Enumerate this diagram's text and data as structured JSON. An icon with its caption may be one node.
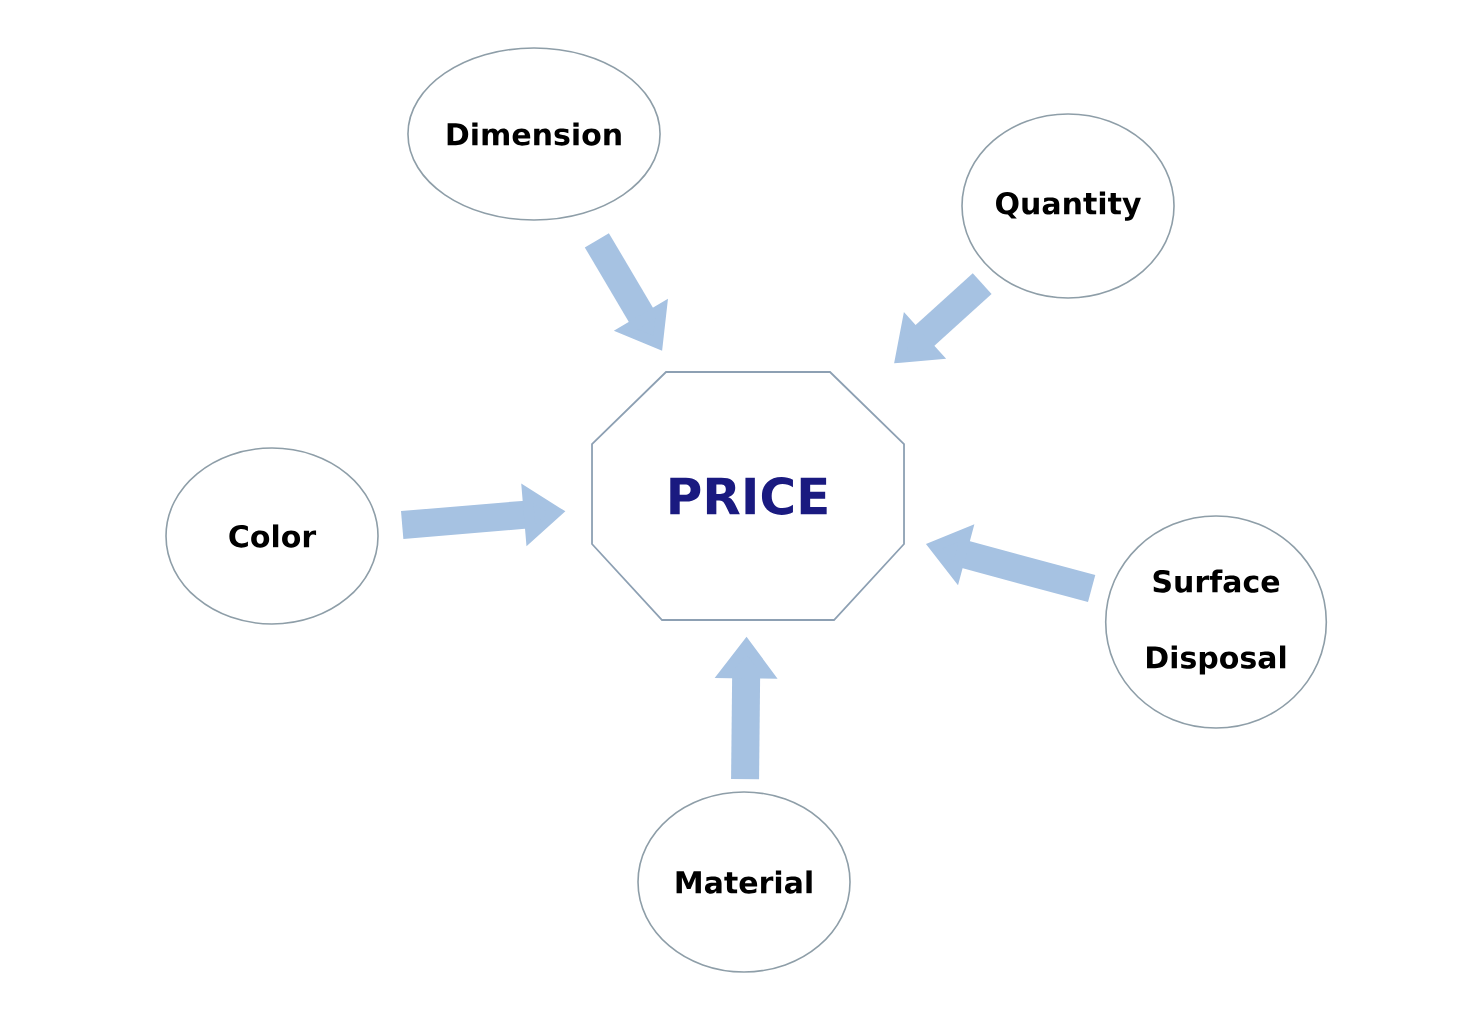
{
  "diagram": {
    "nodes": [
      {
        "text": [
          "Dimension"
        ]
      },
      {
        "text": [
          "Quantity"
        ]
      },
      {
        "text": [
          "Color"
        ]
      },
      {
        "text": [
          "PRICE"
        ]
      },
      {
        "text": [
          "Surface Disposal"
        ]
      },
      {
        "text": [
          "Material"
        ]
      }
    ],
    "edges": [
      {
        "from": 0,
        "to": 3,
        "arrow": "to"
      },
      {
        "from": 1,
        "to": 3,
        "arrow": "to"
      },
      {
        "from": 2,
        "to": 3,
        "arrow": "to"
      },
      {
        "from": 4,
        "to": 3,
        "arrow": "to"
      },
      {
        "from": 5,
        "to": 3,
        "arrow": "to"
      }
    ]
  }
}
